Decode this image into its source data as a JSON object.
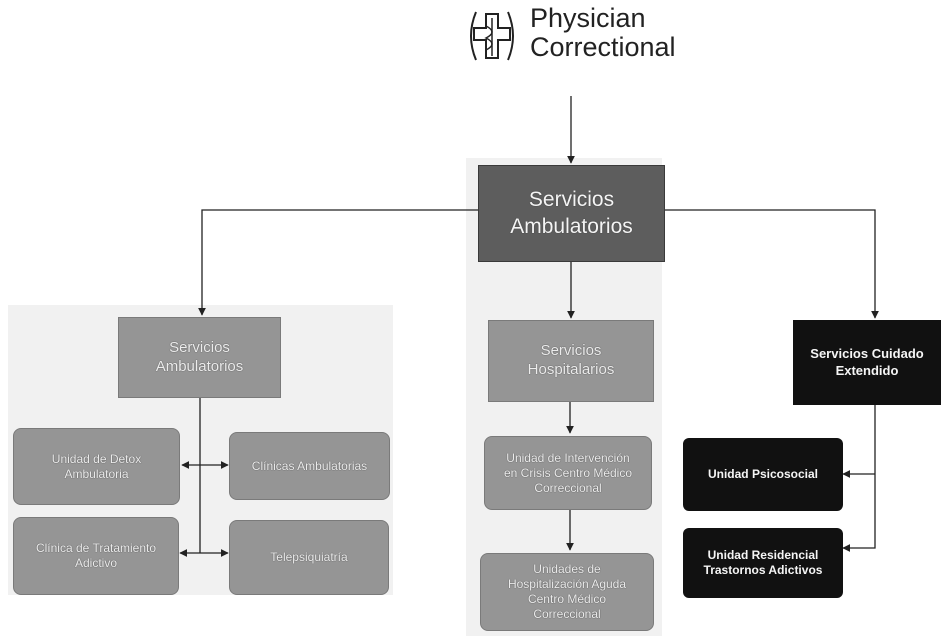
{
  "logo": {
    "line1": "Physician",
    "line2": "Correctional",
    "icon": "caduceus-cross-seal-icon"
  },
  "nodes": {
    "root": "Servicios Ambulatorios",
    "ambulatorios": "Servicios Ambulatorios",
    "hospitalarios": "Servicios Hospitalarios",
    "cuidado_extendido": "Servicios Cuidado Extendido",
    "detox": "Unidad de Detox Ambulatoria",
    "clinicas": "Clínicas Ambulatorias",
    "tratamiento": "Clínica de Tratamiento Adictivo",
    "telepsiquiatria": "Telepsiquiatría",
    "intervencion": "Unidad de Intervención en Crisis Centro Médico Correccional",
    "hospitalizacion": "Unidades de Hospitalización Aguda Centro Médico Correccional",
    "psicosocial": "Unidad Psicosocial",
    "residencial": "Unidad Residencial Trastornos Adictivos"
  },
  "colors": {
    "root_fill": "#5d5d5d",
    "branch_fill": "#959595",
    "extended_care_fill": "#111111",
    "panel_fill": "#f1f1f1",
    "connector": "#222222"
  }
}
